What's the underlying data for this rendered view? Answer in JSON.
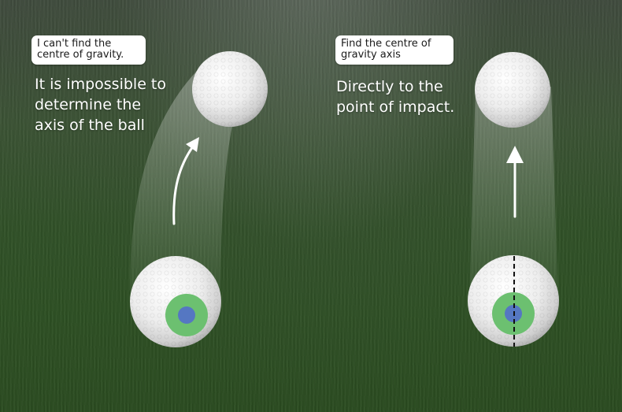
{
  "left_panel": {
    "caption": "I can't find the centre of gravity.",
    "description": "It is impossible to determine the axis of the ball"
  },
  "right_panel": {
    "caption": "Find the centre of gravity axis",
    "description": "Directly to the point of impact."
  },
  "colors": {
    "ball": "#f2f2f2",
    "impact_ring": "#6cc070",
    "impact_center": "#5577c2",
    "arrow": "#ffffff"
  },
  "icons": [
    "golf-ball-icon",
    "curved-arrow-icon",
    "straight-arrow-icon"
  ]
}
